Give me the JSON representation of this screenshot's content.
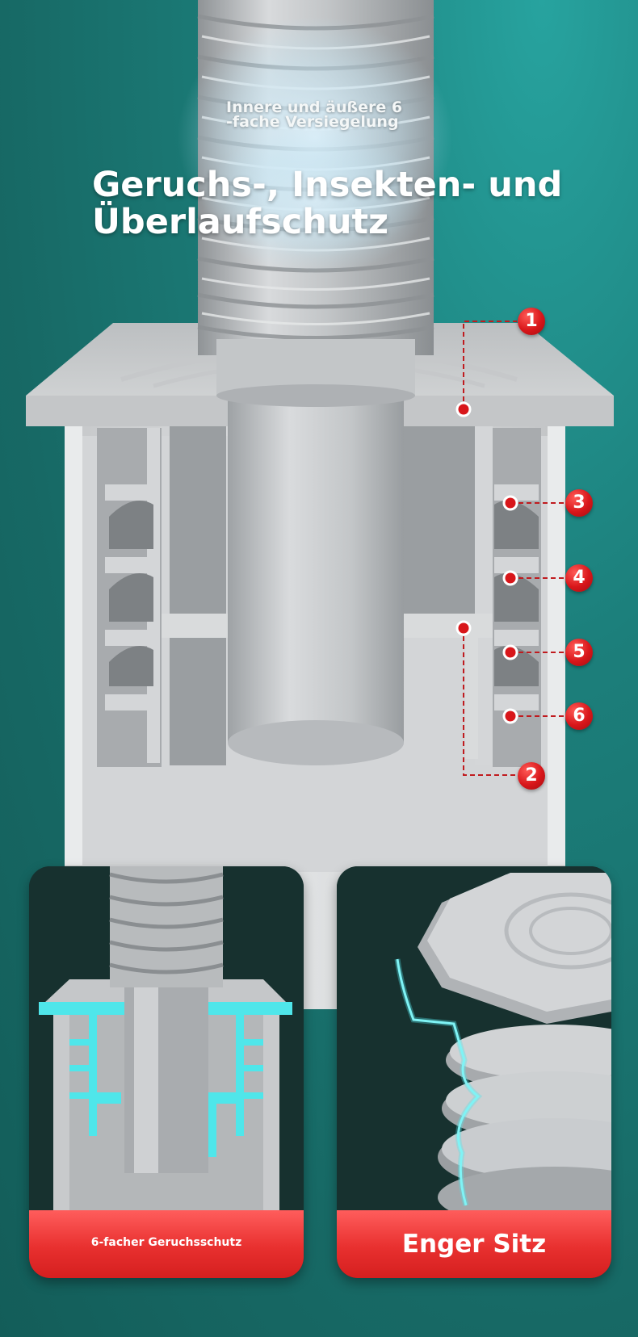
{
  "headline": {
    "small_line1": "Innere und äußere 6",
    "small_line2": "-fache Versiegelung",
    "main_line1": "Geruchs-, Insekten- und",
    "main_line2": "Überlaufschutz"
  },
  "callouts": [
    "1",
    "2",
    "3",
    "4",
    "5",
    "6"
  ],
  "cards": {
    "left_label": "6-facher Geruchsschutz",
    "right_label": "Enger Sitz"
  },
  "colors": {
    "background": "#1c7f7b",
    "callout_red": "#d8161a",
    "highlight_cyan": "#4fe6ea",
    "label_red": "#e8302f",
    "plastic_gray": "#c9cbcd"
  }
}
